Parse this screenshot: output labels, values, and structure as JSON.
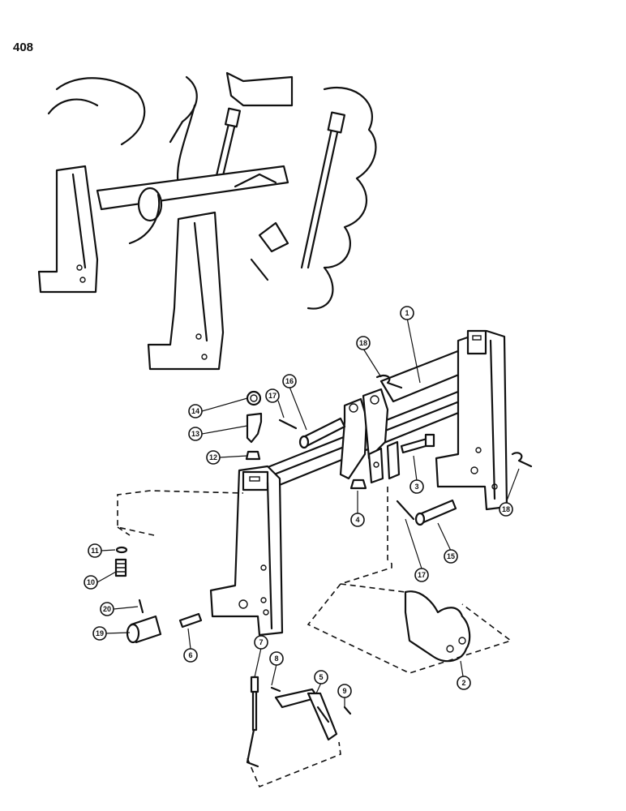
{
  "page_number": "408",
  "callouts": [
    {
      "id": "c1",
      "label": "1"
    },
    {
      "id": "c2",
      "label": "2"
    },
    {
      "id": "c3",
      "label": "3"
    },
    {
      "id": "c4",
      "label": "4"
    },
    {
      "id": "c5",
      "label": "5"
    },
    {
      "id": "c6",
      "label": "6"
    },
    {
      "id": "c7",
      "label": "7"
    },
    {
      "id": "c8",
      "label": "8"
    },
    {
      "id": "c9",
      "label": "9"
    },
    {
      "id": "c10",
      "label": "10"
    },
    {
      "id": "c11",
      "label": "11"
    },
    {
      "id": "c12",
      "label": "12"
    },
    {
      "id": "c13",
      "label": "13"
    },
    {
      "id": "c14",
      "label": "14"
    },
    {
      "id": "c15",
      "label": "15"
    },
    {
      "id": "c16",
      "label": "16"
    },
    {
      "id": "c17a",
      "label": "17"
    },
    {
      "id": "c17b",
      "label": "17"
    },
    {
      "id": "c18a",
      "label": "18"
    },
    {
      "id": "c18b",
      "label": "18"
    },
    {
      "id": "c19",
      "label": "19"
    },
    {
      "id": "c20",
      "label": "20"
    }
  ]
}
